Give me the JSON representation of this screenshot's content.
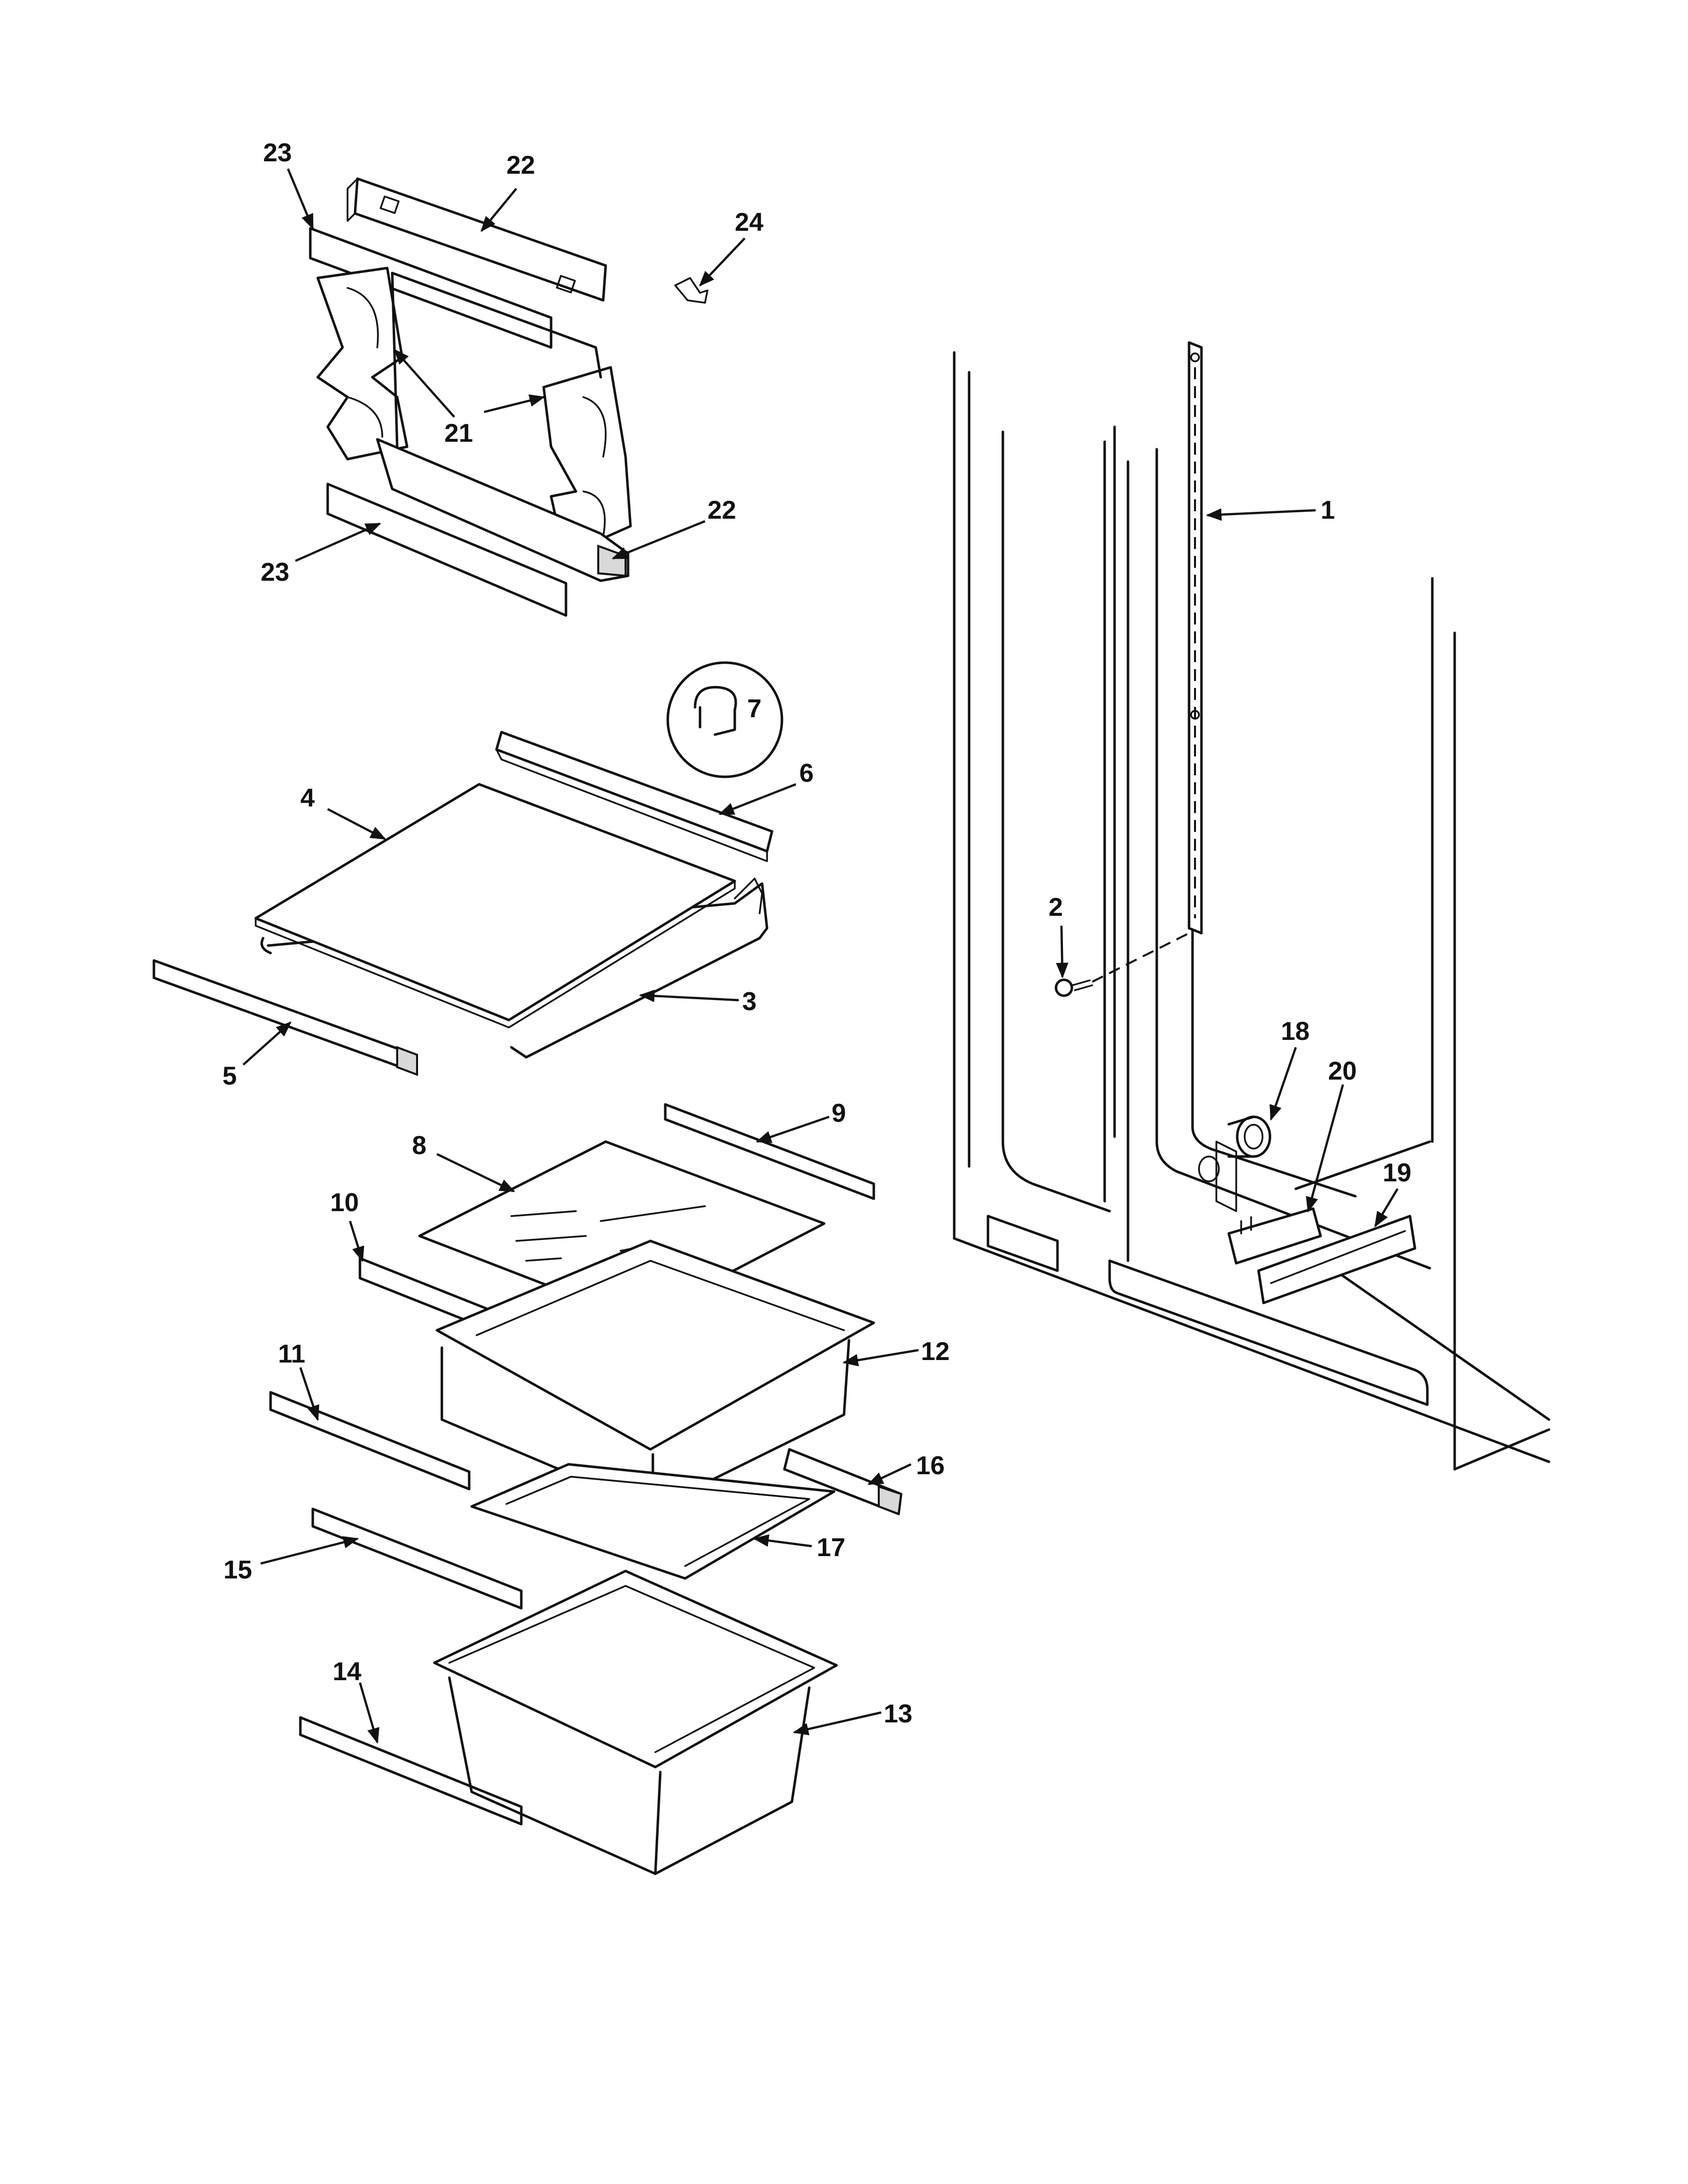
{
  "diagram": {
    "callouts": {
      "c1": "1",
      "c2": "2",
      "c3": "3",
      "c4": "4",
      "c5": "5",
      "c6": "6",
      "c7": "7",
      "c8": "8",
      "c9": "9",
      "c10": "10",
      "c11": "11",
      "c12": "12",
      "c13": "13",
      "c14": "14",
      "c15": "15",
      "c16": "16",
      "c17": "17",
      "c18": "18",
      "c19": "19",
      "c20": "20",
      "c21": "21",
      "c22a": "22",
      "c22b": "22",
      "c23a": "23",
      "c23b": "23",
      "c24": "24"
    }
  }
}
